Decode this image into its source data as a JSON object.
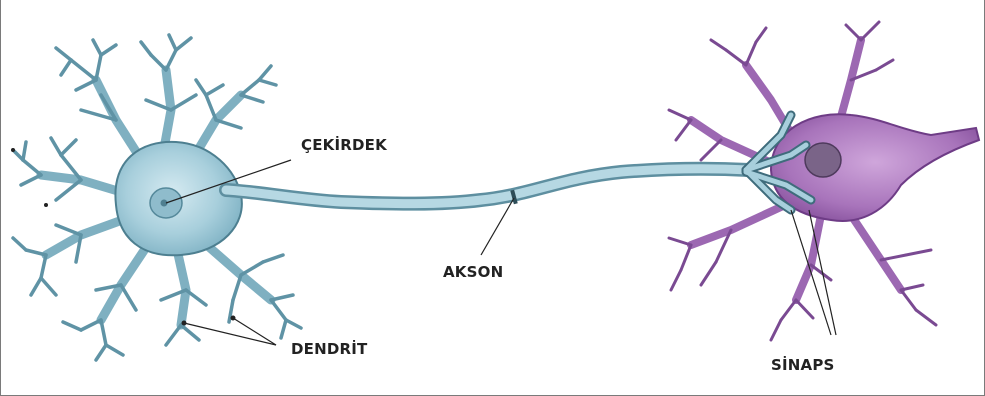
{
  "labels": {
    "nucleus": "ÇEKİRDEK",
    "axon": "AKSON",
    "dendrite": "DENDRİT",
    "synapse": "SİNAPS"
  },
  "colors": {
    "neuron1_fill": "#a8cfdc",
    "neuron1_stroke": "#4d7f90",
    "neuron2_fill": "#b07fc0",
    "neuron2_stroke": "#6e3c86",
    "leader_line": "#222222"
  }
}
